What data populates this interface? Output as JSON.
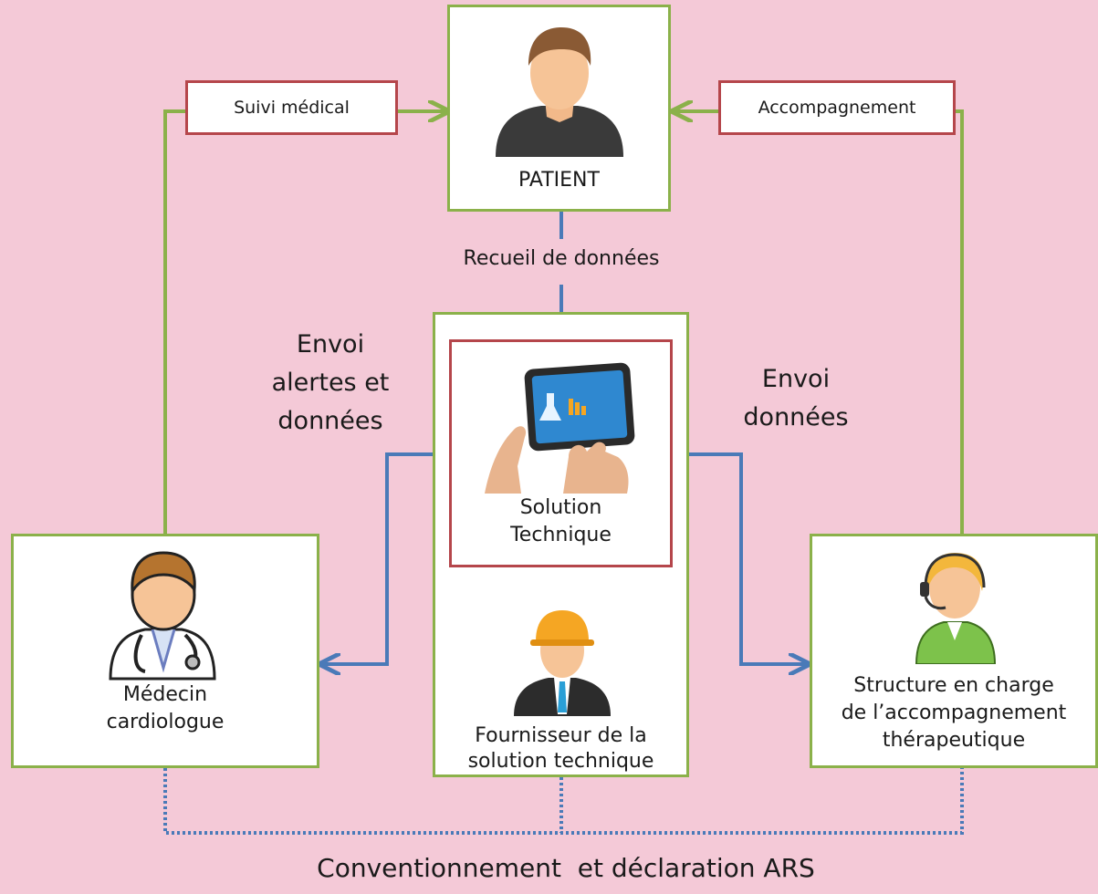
{
  "nodes": {
    "patient": {
      "label": "PATIENT"
    },
    "solution": {
      "label_line1": "Solution",
      "label_line2": "Technique"
    },
    "provider": {
      "label_line1": "Fournisseur de la",
      "label_line2": "solution technique"
    },
    "doctor": {
      "label_line1": "Médecin",
      "label_line2": "cardiologue"
    },
    "structure": {
      "label_line1": "Structure en charge",
      "label_line2": "de l’accompagnement",
      "label_line3": "thérapeutique"
    }
  },
  "edges": {
    "suivi": "Suivi médical",
    "accompagnement": "Accompagnement",
    "recueil": "Recueil de données",
    "alertes_line1": "Envoi",
    "alertes_line2": "alertes et",
    "alertes_line3": "données",
    "donnees_line1": "Envoi",
    "donnees_line2": "données",
    "convention": "Conventionnement  et déclaration ARS"
  },
  "colors": {
    "background": "#f4c9d7",
    "green": "#8bb14a",
    "red": "#b5464b",
    "blue": "#4a7ab8"
  },
  "icons": [
    "patient-avatar-icon",
    "tablet-touch-icon",
    "engineer-icon",
    "doctor-stethoscope-icon",
    "headset-operator-icon"
  ]
}
